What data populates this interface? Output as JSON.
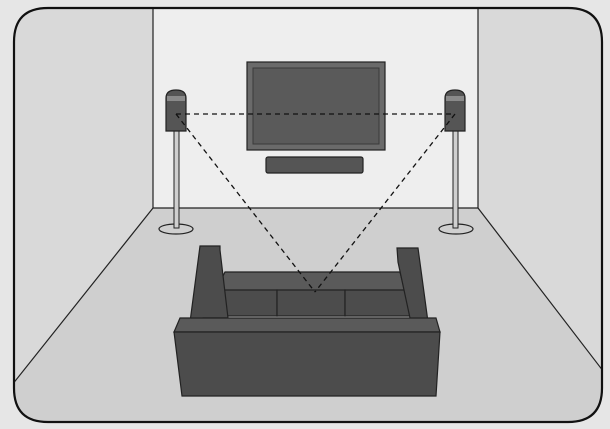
{
  "scene": {
    "subject": "speaker-placement",
    "elements": [
      "room",
      "television",
      "soundbar",
      "left-speaker",
      "right-speaker",
      "sofa",
      "listening-triangle"
    ]
  },
  "colors": {
    "page_background": "#e6e6e6",
    "frame_outline": "#111111",
    "wall_back": "#eeeeee",
    "wall_side": "#d9d9d9",
    "floor": "#cfcfcf",
    "tv_frame": "#6a6a6a",
    "tv_screen": "#5a5a5a",
    "soundbar": "#555555",
    "speaker_body": "#555555",
    "speaker_highlight": "#8a8a8a",
    "stand_pole": "#cfcfcf",
    "sofa_dark": "#4c4c4c",
    "sofa_mid": "#5a5a5a",
    "dashed_line": "#111111"
  },
  "legend": {}
}
